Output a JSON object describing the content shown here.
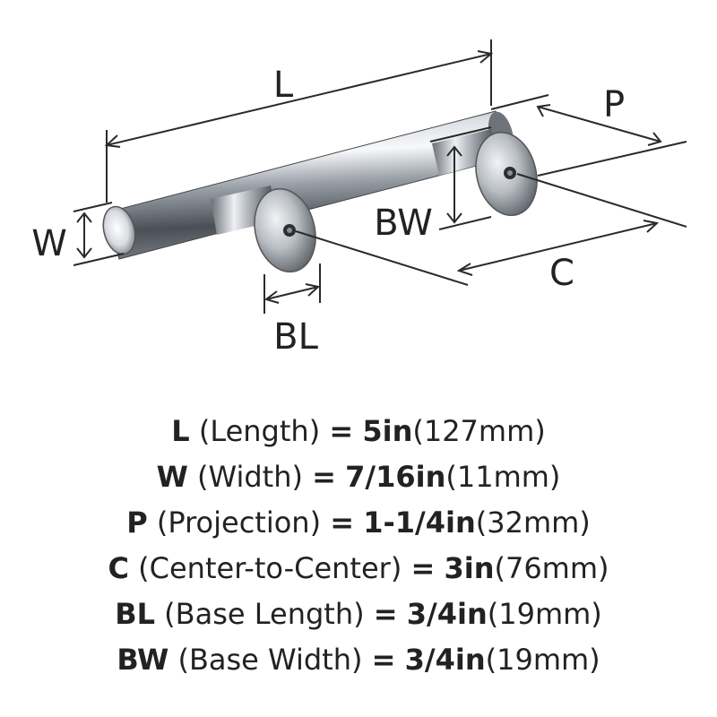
{
  "diagram": {
    "labels": {
      "L": "L",
      "W": "W",
      "P": "P",
      "BW": "BW",
      "C": "C",
      "BL": "BL"
    }
  },
  "specs": [
    {
      "code": "L",
      "name": "(Length)",
      "eq": "=",
      "imperial": "5in",
      "metric": "(127mm)"
    },
    {
      "code": "W",
      "name": "(Width)",
      "eq": "=",
      "imperial": "7/16in",
      "metric": "(11mm)"
    },
    {
      "code": "P",
      "name": "(Projection)",
      "eq": "=",
      "imperial": "1-1/4in",
      "metric": "(32mm)"
    },
    {
      "code": "C",
      "name": "(Center-to-Center)",
      "eq": "=",
      "imperial": "3in",
      "metric": "(76mm)"
    },
    {
      "code": "BL",
      "name": "(Base Length)",
      "eq": "=",
      "imperial": "3/4in",
      "metric": "(19mm)"
    },
    {
      "code": "BW",
      "name": "(Base Width)",
      "eq": "=",
      "imperial": "3/4in",
      "metric": "(19mm)"
    }
  ]
}
